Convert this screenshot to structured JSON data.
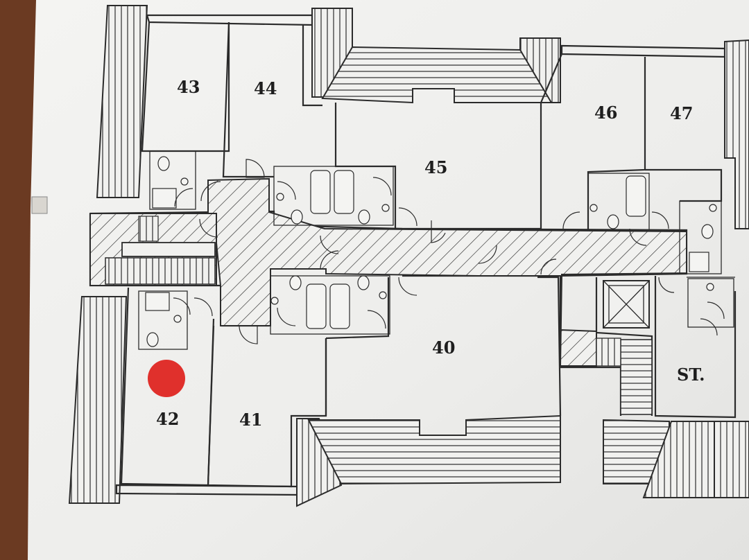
{
  "rooms": {
    "r40": "40",
    "r41": "41",
    "r42": "42",
    "r43": "43",
    "r44": "44",
    "r45": "45",
    "r46": "46",
    "r47": "47",
    "st": "ST."
  },
  "colors": {
    "paper": "#efefed",
    "ink": "#2b2b2b",
    "marker": "#e0302c",
    "table": "#6b3a22"
  }
}
